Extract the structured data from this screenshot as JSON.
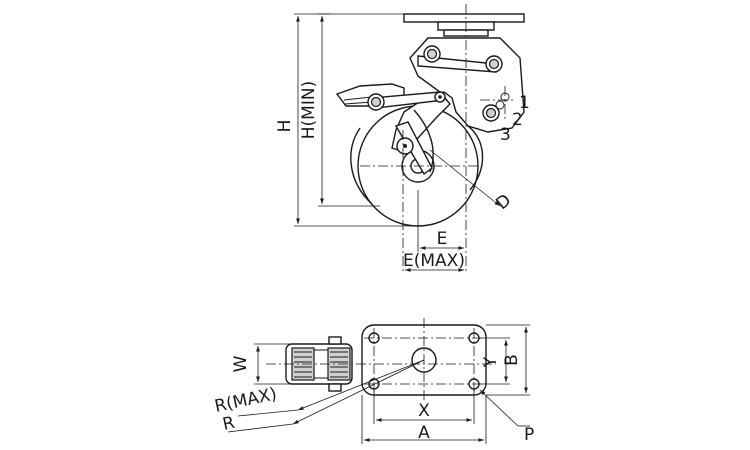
{
  "labels": {
    "h": "H",
    "h_min": "H(MIN)",
    "d": "D",
    "e": "E",
    "e_max": "E(MAX)",
    "n1": "1",
    "n2": "2",
    "n3": "3",
    "w": "W",
    "y": "Y",
    "b": "B",
    "x": "X",
    "a": "A",
    "p": "P",
    "r_max": "R(MAX)",
    "r": "R"
  }
}
